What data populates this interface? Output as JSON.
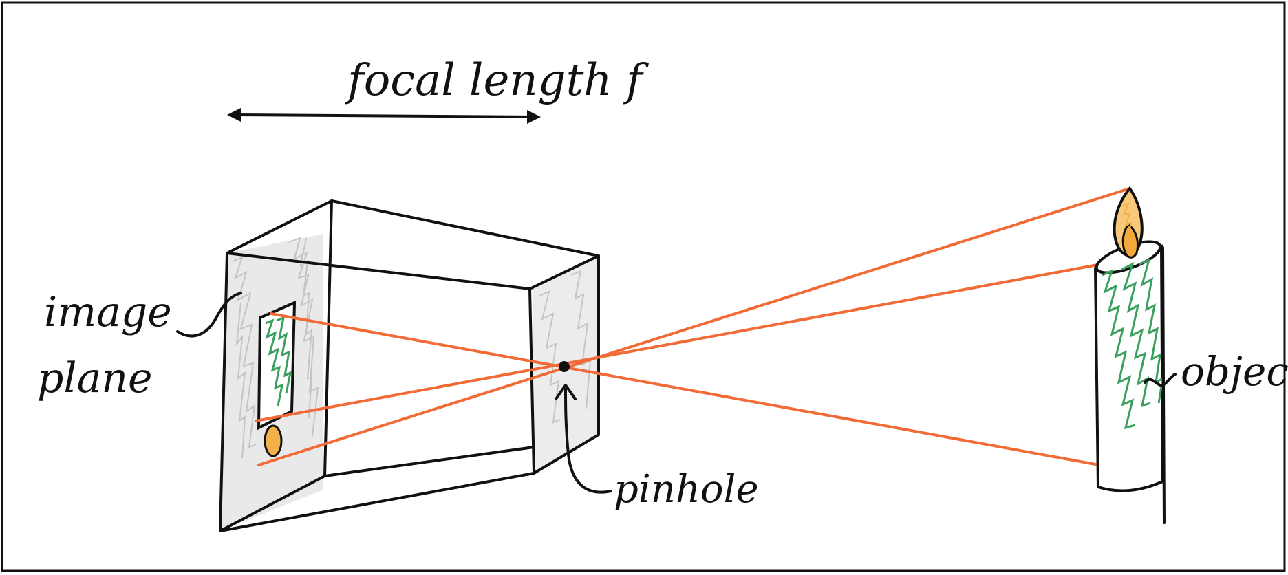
{
  "labels": {
    "focal_length": "focal length f",
    "image_plane_line1": "image",
    "image_plane_line2": "plane",
    "pinhole": "pinhole",
    "object": "object"
  },
  "colors": {
    "ink": "#111111",
    "ray": "#f26a35",
    "candle_green": "#3aa05e",
    "flame": "#f2b14a",
    "shading": "#c4c4c4"
  }
}
